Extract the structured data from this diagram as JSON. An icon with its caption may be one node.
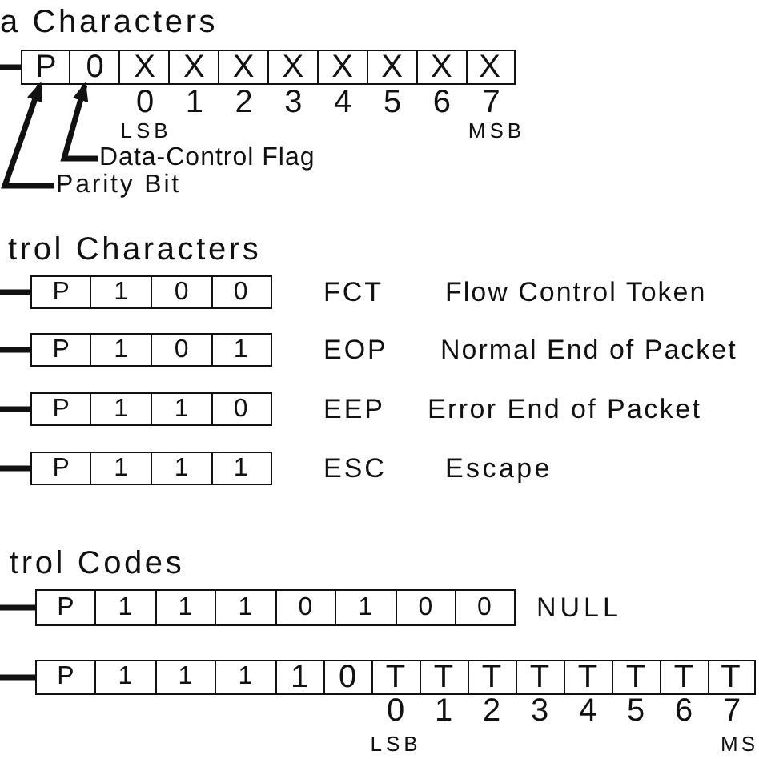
{
  "diagram": {
    "nodes": [
      {
        "text": [],
        "shape": "box"
      },
      {
        "text": [
          "P"
        ],
        "in": 0
      },
      {
        "text": [
          "0"
        ],
        "in": 0
      },
      {
        "text": [
          "X"
        ],
        "in": 0
      },
      {
        "text": [
          "X"
        ],
        "in": 0
      },
      {
        "text": [
          "X"
        ],
        "in": 0
      },
      {
        "text": [
          "X"
        ],
        "in": 0
      },
      {
        "text": [
          "X"
        ],
        "in": 0
      },
      {
        "text": [
          "X"
        ],
        "in": 0
      },
      {
        "text": [
          "X"
        ],
        "in": 0
      },
      {
        "text": [
          "X"
        ],
        "in": 0
      },
      {
        "text": [
          "Data-Control Flag"
        ]
      },
      {
        "text": [
          "Parity Bit"
        ]
      },
      {
        "text": [],
        "shape": "box",
        "beside": [
          "FCT",
          "Flow Control Token"
        ]
      },
      {
        "text": [
          "P"
        ],
        "in": 13
      },
      {
        "text": [
          "1"
        ],
        "in": 13
      },
      {
        "text": [
          "0"
        ],
        "in": 13
      },
      {
        "text": [
          "0"
        ],
        "in": 13
      },
      {
        "text": [],
        "shape": "box",
        "beside": [
          "EOP",
          "Normal End of Packet"
        ]
      },
      {
        "text": [
          "P"
        ],
        "in": 18
      },
      {
        "text": [
          "1"
        ],
        "in": 18
      },
      {
        "text": [
          "0"
        ],
        "in": 18
      },
      {
        "text": [
          "1"
        ],
        "in": 18
      },
      {
        "text": [],
        "shape": "box",
        "beside": [
          "EEP",
          "Error End of Packet"
        ]
      },
      {
        "text": [
          "P"
        ],
        "in": 23
      },
      {
        "text": [
          "1"
        ],
        "in": 23
      },
      {
        "text": [
          "1"
        ],
        "in": 23
      },
      {
        "text": [
          "0"
        ],
        "in": 23
      },
      {
        "text": [],
        "shape": "box",
        "beside": [
          "ESC",
          "Escape"
        ]
      },
      {
        "text": [
          "P"
        ],
        "in": 28
      },
      {
        "text": [
          "1"
        ],
        "in": 28
      },
      {
        "text": [
          "1"
        ],
        "in": 28
      },
      {
        "text": [
          "1"
        ],
        "in": 28
      },
      {
        "text": [],
        "shape": "box",
        "beside": [
          "NULL"
        ]
      },
      {
        "text": [
          "P"
        ],
        "in": 33
      },
      {
        "text": [
          "1"
        ],
        "in": 33
      },
      {
        "text": [
          "1"
        ],
        "in": 33
      },
      {
        "text": [
          "1"
        ],
        "in": 33
      },
      {
        "text": [
          "0"
        ],
        "in": 33
      },
      {
        "text": [
          "1"
        ],
        "in": 33
      },
      {
        "text": [
          "0"
        ],
        "in": 33
      },
      {
        "text": [
          "0"
        ],
        "in": 33
      },
      {
        "text": [],
        "shape": "box"
      },
      {
        "text": [
          "P"
        ],
        "in": 42
      },
      {
        "text": [
          "1"
        ],
        "in": 42
      },
      {
        "text": [
          "1"
        ],
        "in": 42
      },
      {
        "text": [
          "1"
        ],
        "in": 42
      },
      {
        "text": [
          "1"
        ],
        "in": 42
      },
      {
        "text": [
          "0"
        ],
        "in": 42
      },
      {
        "text": [
          "T"
        ],
        "in": 42
      },
      {
        "text": [
          "T"
        ],
        "in": 42
      },
      {
        "text": [
          "T"
        ],
        "in": 42
      },
      {
        "text": [
          "T"
        ],
        "in": 42
      },
      {
        "text": [
          "T"
        ],
        "in": 42
      },
      {
        "text": [
          "T"
        ],
        "in": 42
      },
      {
        "text": [
          "T"
        ],
        "in": 42
      },
      {
        "text": [
          "T"
        ],
        "in": 42
      }
    ],
    "edges": [
      {
        "from": null,
        "to": 0,
        "arrow": "none"
      },
      {
        "from": 11,
        "to": 2,
        "arrow": "to"
      },
      {
        "from": 12,
        "to": 1,
        "arrow": "to"
      },
      {
        "from": null,
        "to": 13,
        "arrow": "none"
      },
      {
        "from": null,
        "to": 18,
        "arrow": "none"
      },
      {
        "from": null,
        "to": 23,
        "arrow": "none"
      },
      {
        "from": null,
        "to": 28,
        "arrow": "none"
      },
      {
        "from": null,
        "to": 33,
        "arrow": "none"
      },
      {
        "from": null,
        "to": 42,
        "arrow": "none"
      }
    ],
    "labels": [
      "a Characters",
      "0",
      "1",
      "2",
      "3",
      "4",
      "5",
      "6",
      "7",
      "LSB",
      "MSB",
      "trol Characters",
      "trol Codes",
      "0",
      "1",
      "2",
      "3",
      "4",
      "5",
      "6",
      "7",
      "LSB",
      "MS"
    ]
  }
}
